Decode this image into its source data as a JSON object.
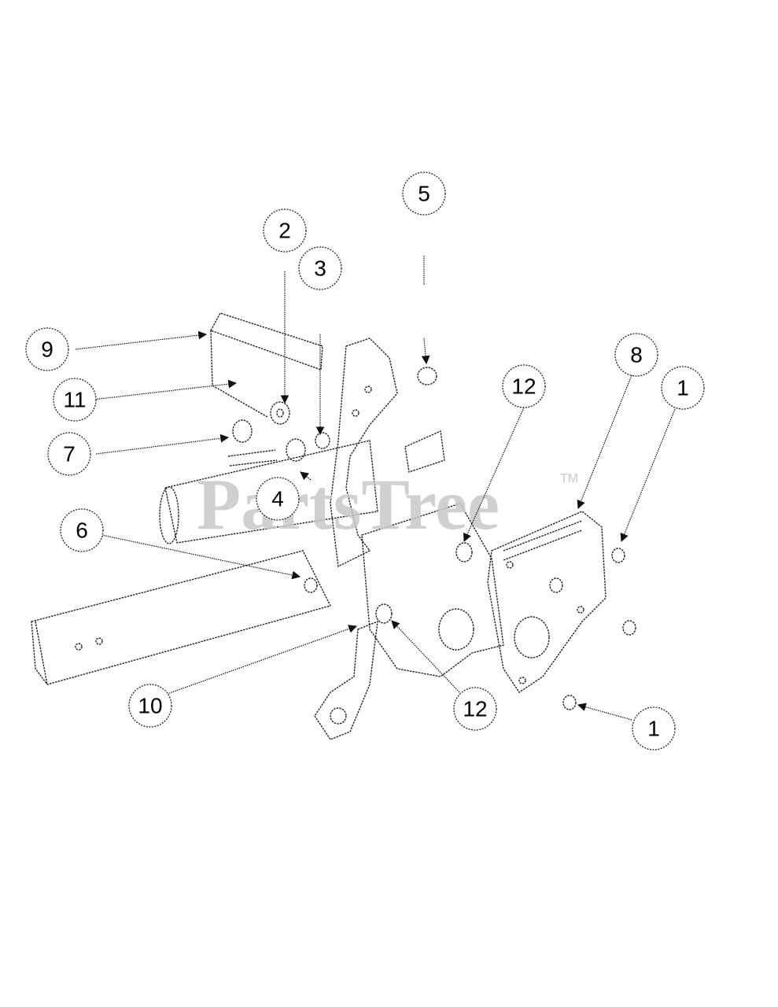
{
  "watermark": {
    "text": "PartsTree",
    "tm": "TM"
  },
  "callouts": [
    {
      "id": "c5",
      "label": "5"
    },
    {
      "id": "c2",
      "label": "2"
    },
    {
      "id": "c3",
      "label": "3"
    },
    {
      "id": "c9",
      "label": "9"
    },
    {
      "id": "c8",
      "label": "8"
    },
    {
      "id": "c12a",
      "label": "12"
    },
    {
      "id": "c1a",
      "label": "1"
    },
    {
      "id": "c11",
      "label": "11"
    },
    {
      "id": "c7",
      "label": "7"
    },
    {
      "id": "c4",
      "label": "4"
    },
    {
      "id": "c6",
      "label": "6"
    },
    {
      "id": "c10",
      "label": "10"
    },
    {
      "id": "c12b",
      "label": "12"
    },
    {
      "id": "c1b",
      "label": "1"
    }
  ]
}
